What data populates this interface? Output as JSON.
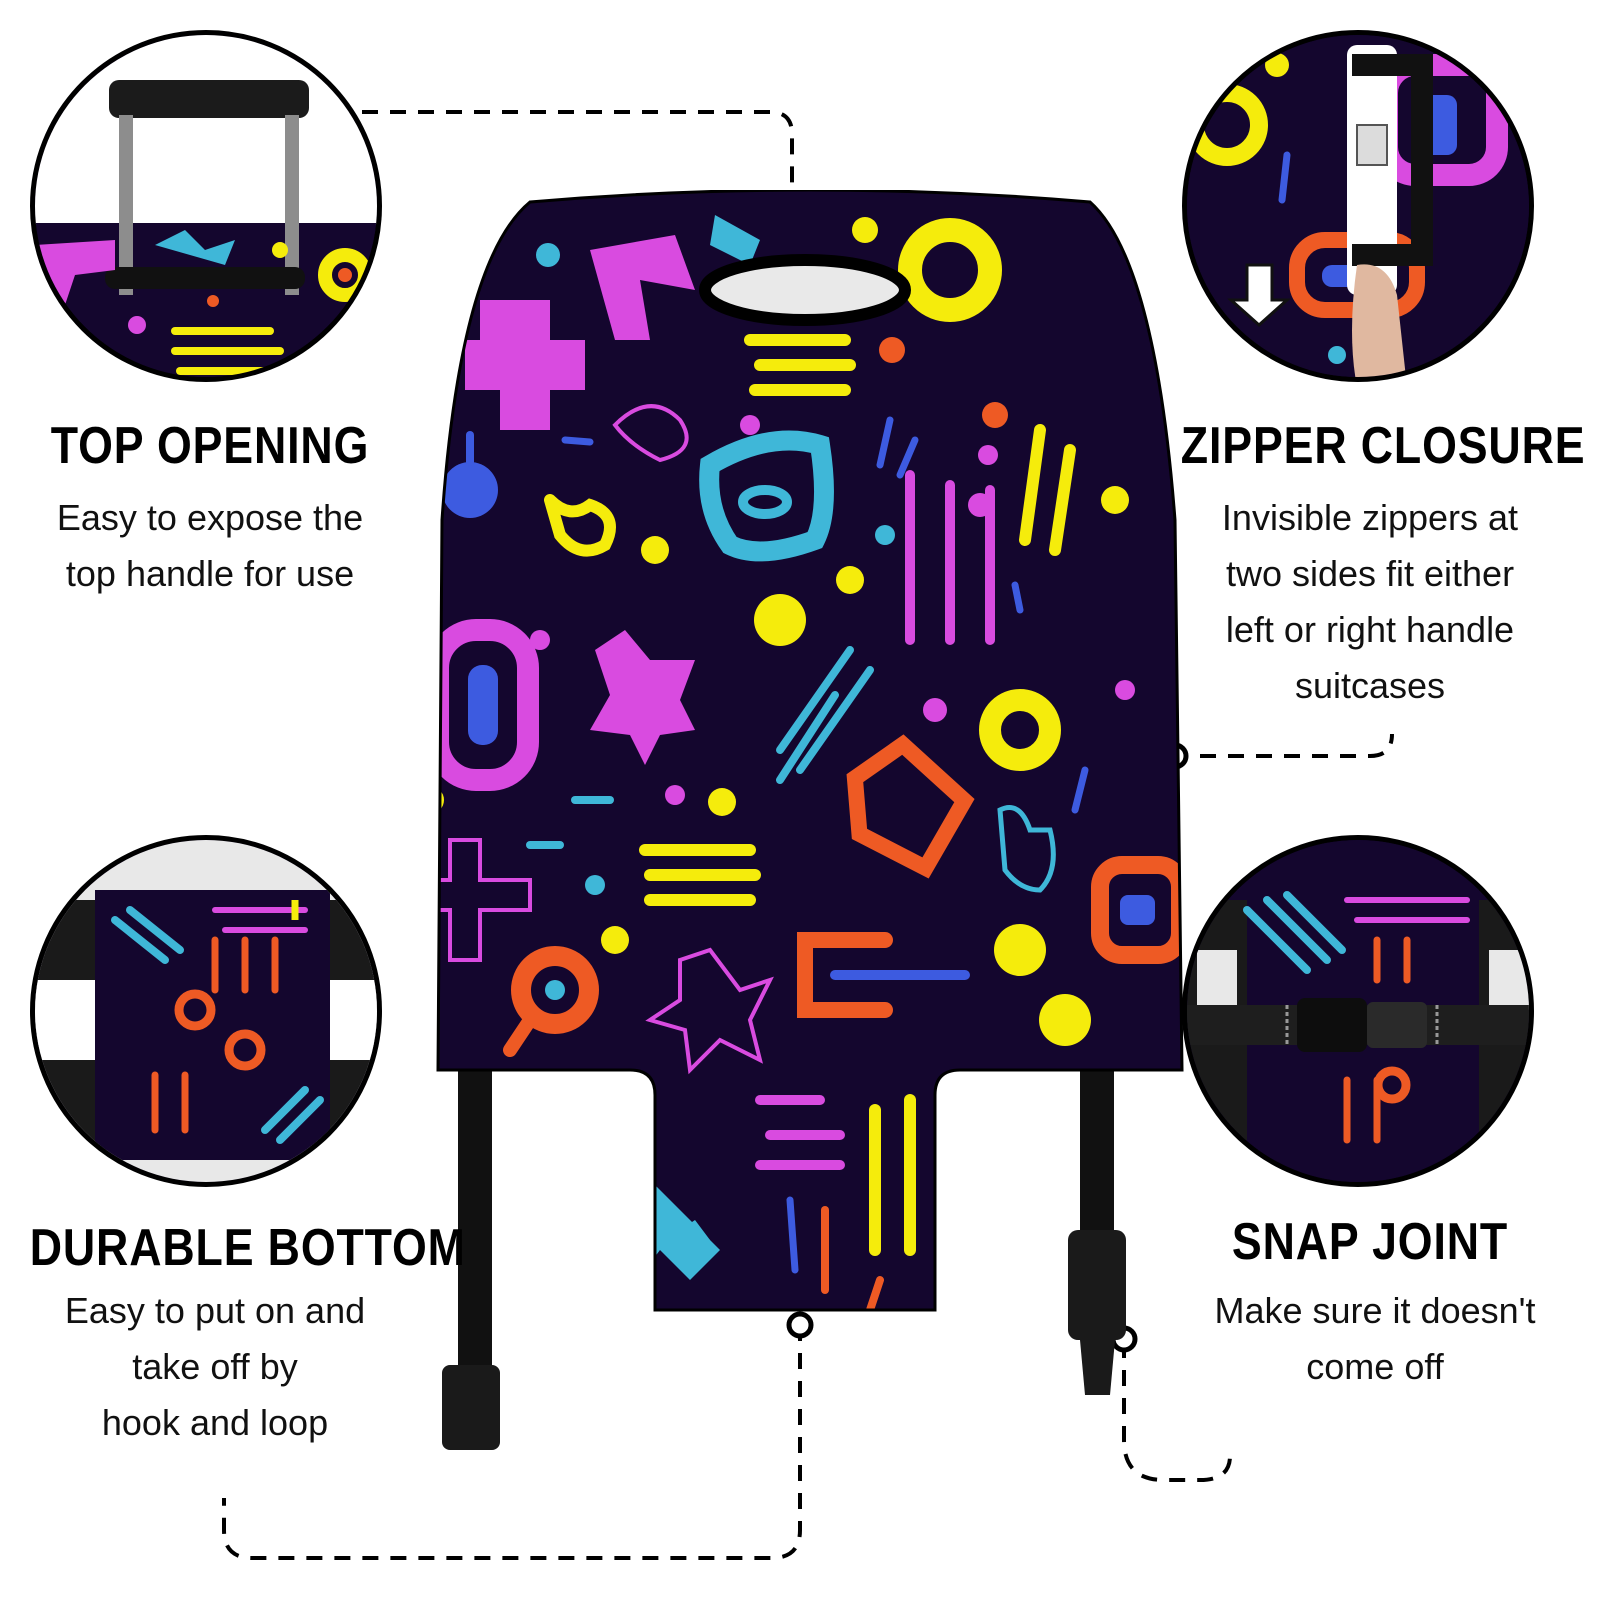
{
  "features": {
    "top_opening": {
      "heading": "TOP OPENING",
      "line1": "Easy to expose the",
      "line2": "top handle for use"
    },
    "zipper_closure": {
      "heading": "ZIPPER CLOSURE",
      "line1": "Invisible zippers at",
      "line2": "two sides fit either",
      "line3": "left or right handle",
      "line4": "suitcases"
    },
    "durable_bottom": {
      "heading": "DURABLE BOTTOM",
      "line1": "Easy to put on and",
      "line2": "take off by",
      "line3": "hook and loop"
    },
    "snap_joint": {
      "heading": "SNAP JOINT",
      "line1": "Make sure it doesn't",
      "line2": "come off"
    }
  },
  "colors": {
    "cover_bg": "#14062e",
    "magenta": "#d94be0",
    "yellow": "#f5ec0c",
    "cyan": "#3fb7d8",
    "orange": "#ee5a24",
    "blue": "#3d5be0"
  },
  "icons": [
    "luggage-cover-image",
    "trolley-handle-image",
    "zipper-lock-image",
    "hook-loop-bottom-image",
    "buckle-strap-image"
  ]
}
